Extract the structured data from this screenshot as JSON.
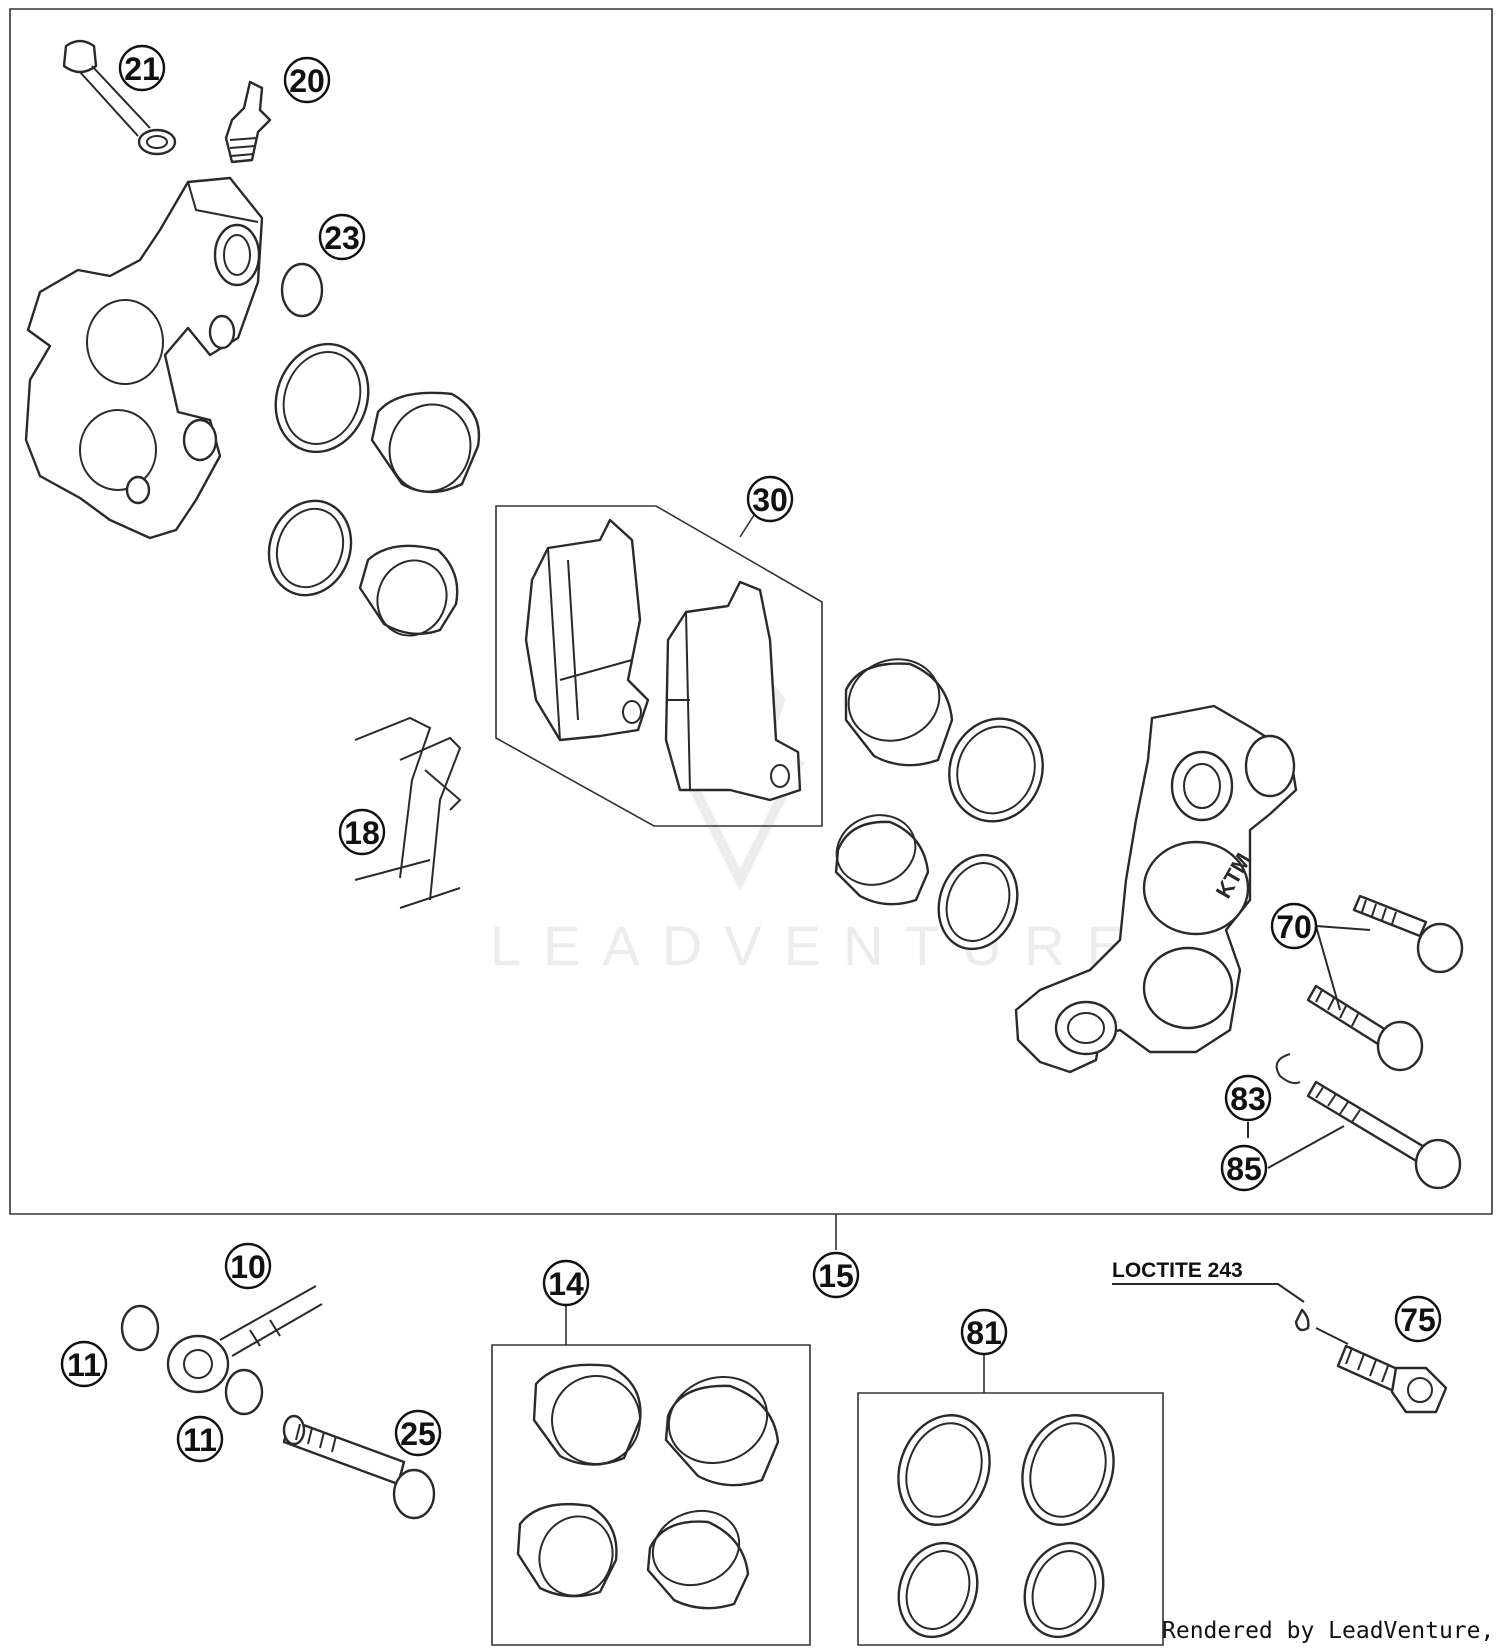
{
  "callouts": {
    "p21": "21",
    "p20": "20",
    "p23": "23",
    "p30": "30",
    "p18": "18",
    "p70": "70",
    "p83": "83",
    "p85": "85",
    "p10": "10",
    "p11a": "11",
    "p11b": "11",
    "p25": "25",
    "p14": "14",
    "p15": "15",
    "p81": "81",
    "p75": "75"
  },
  "notes": {
    "loctite": "LOCTITE 243"
  },
  "labels": {
    "caliper_brand": "KTM"
  },
  "watermark": {
    "text": "LEADVENTURE"
  },
  "footer": {
    "credit": "Rendered by LeadVenture, Inc."
  }
}
